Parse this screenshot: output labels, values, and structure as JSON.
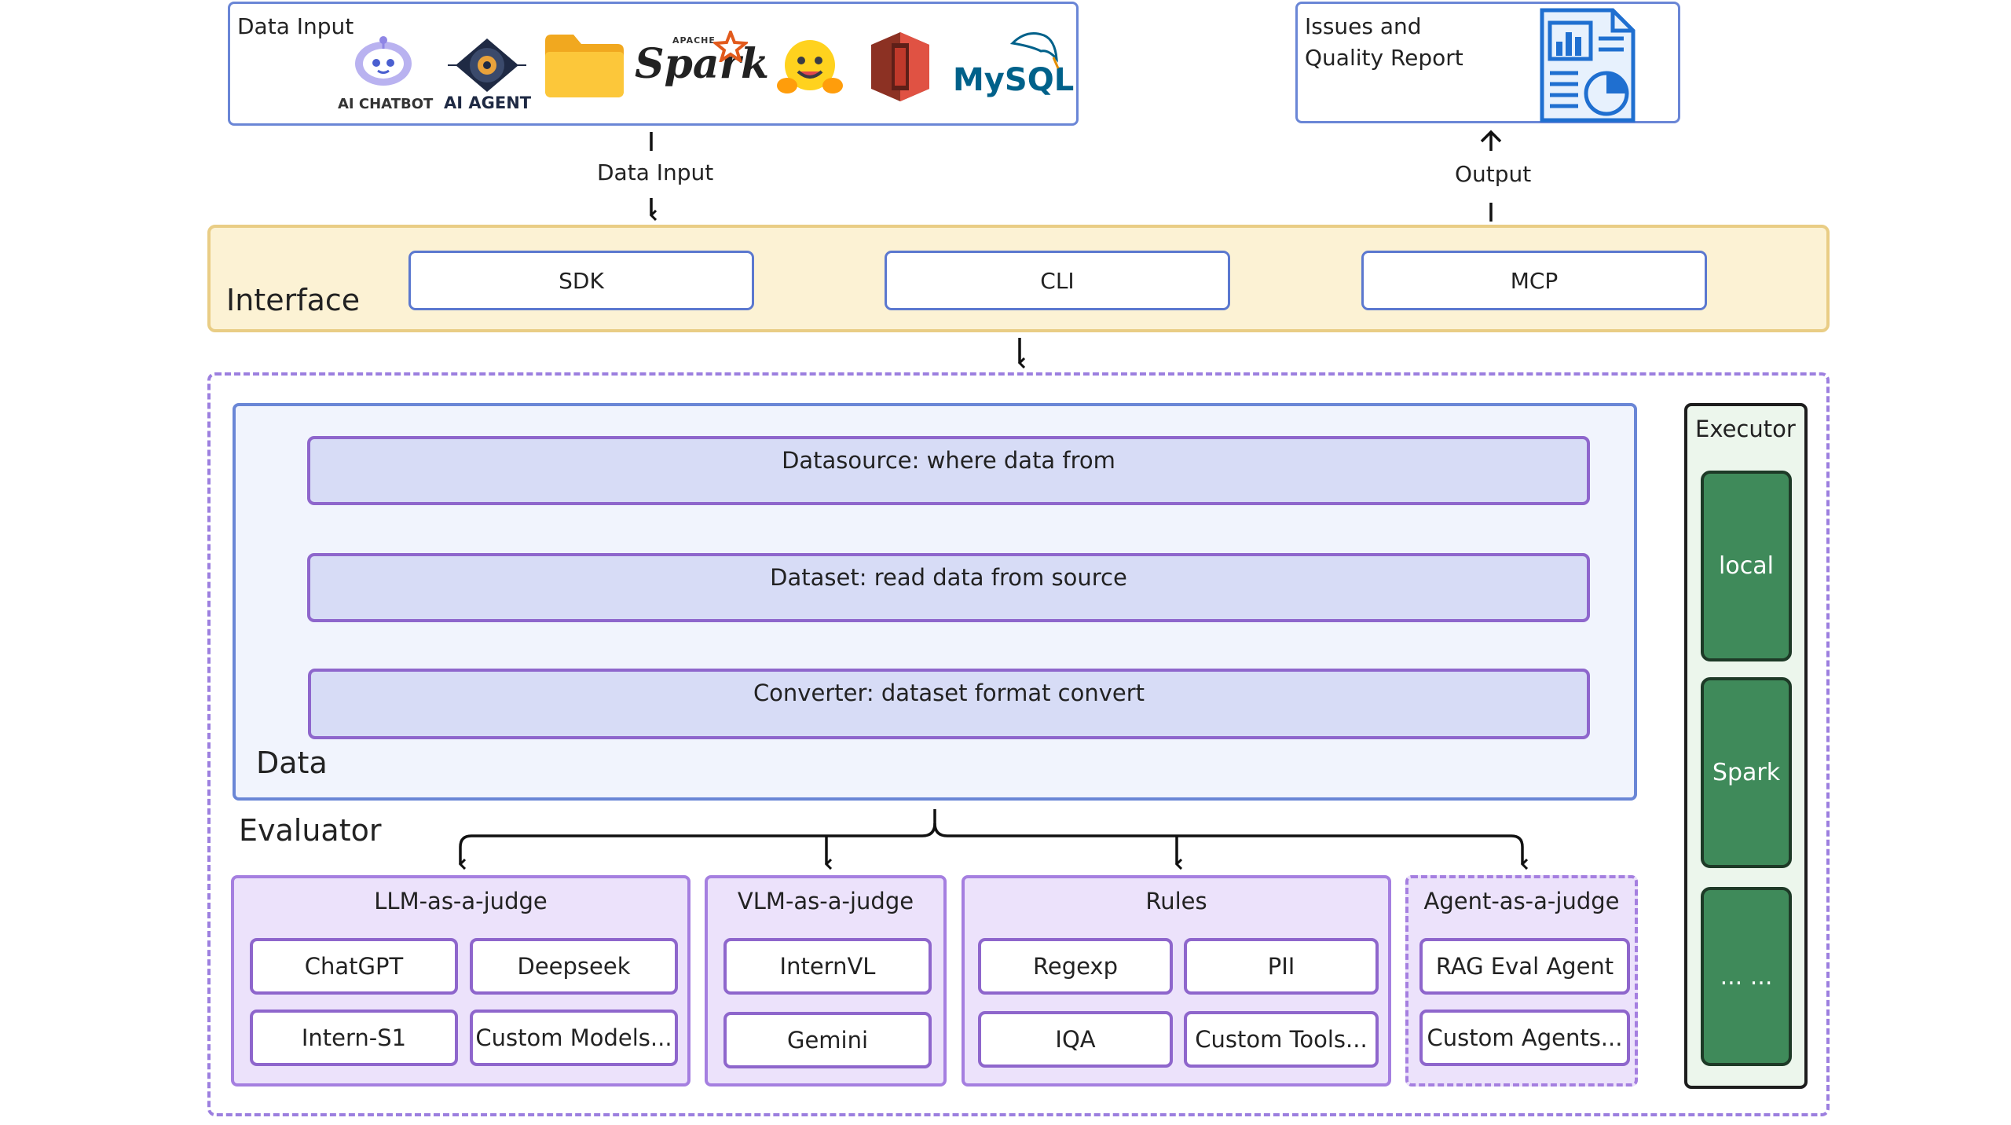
{
  "top": {
    "data_input_title": "Data Input",
    "logos": {
      "chatbot": "AI CHATBOT",
      "agent": "AI AGENT",
      "spark_apache": "APACHE",
      "spark": "Spark",
      "mysql": "MySQL"
    },
    "report_title_line1": "Issues and",
    "report_title_line2": "Quality Report"
  },
  "arrows": {
    "data_input": "Data Input",
    "output": "Output"
  },
  "interface": {
    "title": "Interface",
    "buttons": [
      "SDK",
      "CLI",
      "MCP"
    ]
  },
  "data": {
    "title": "Data",
    "stages": [
      "Datasource: where data from",
      "Dataset: read data from source",
      "Converter: dataset format convert"
    ]
  },
  "executor": {
    "title": "Executor",
    "items": [
      "local",
      "Spark",
      "... ..."
    ]
  },
  "evaluator": {
    "title": "Evaluator",
    "groups": [
      {
        "title": "LLM-as-a-judge",
        "items": [
          "ChatGPT",
          "Deepseek",
          "Intern-S1",
          "Custom Models..."
        ]
      },
      {
        "title": "VLM-as-a-judge",
        "items": [
          "InternVL",
          "Gemini"
        ]
      },
      {
        "title": "Rules",
        "items": [
          "Regexp",
          "PII",
          "IQA",
          "Custom Tools..."
        ]
      },
      {
        "title": "Agent-as-a-judge",
        "items": [
          "RAG Eval Agent",
          "Custom Agents..."
        ]
      }
    ]
  },
  "colors": {
    "interface_bg": "#fcf2d4",
    "interface_border": "#e9cd85",
    "data_bg": "#f1f4fd",
    "stage_bg": "#d7dcf6",
    "evaluator_bg": "#ece2fb",
    "executor_item": "#3f8a5a",
    "accent_blue": "#5b78cf",
    "accent_purple": "#8e66cc"
  }
}
